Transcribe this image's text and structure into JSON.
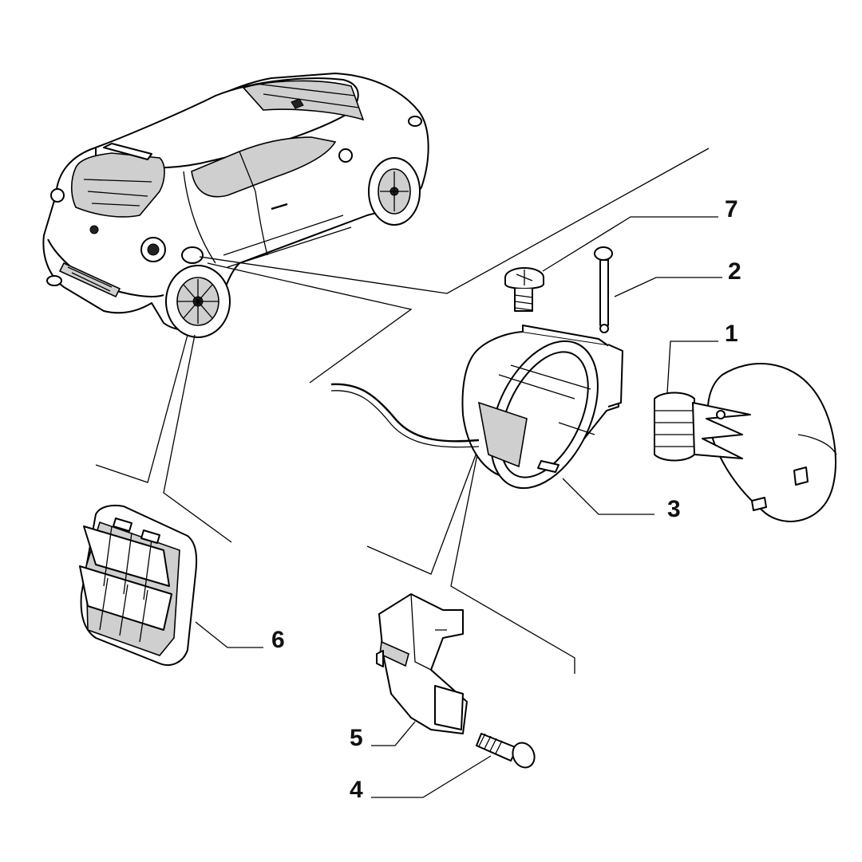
{
  "callouts": [
    {
      "id": "7",
      "label": "7"
    },
    {
      "id": "2",
      "label": "2"
    },
    {
      "id": "1",
      "label": "1"
    },
    {
      "id": "3",
      "label": "3"
    },
    {
      "id": "6",
      "label": "6"
    },
    {
      "id": "5",
      "label": "5"
    },
    {
      "id": "4",
      "label": "4"
    }
  ]
}
